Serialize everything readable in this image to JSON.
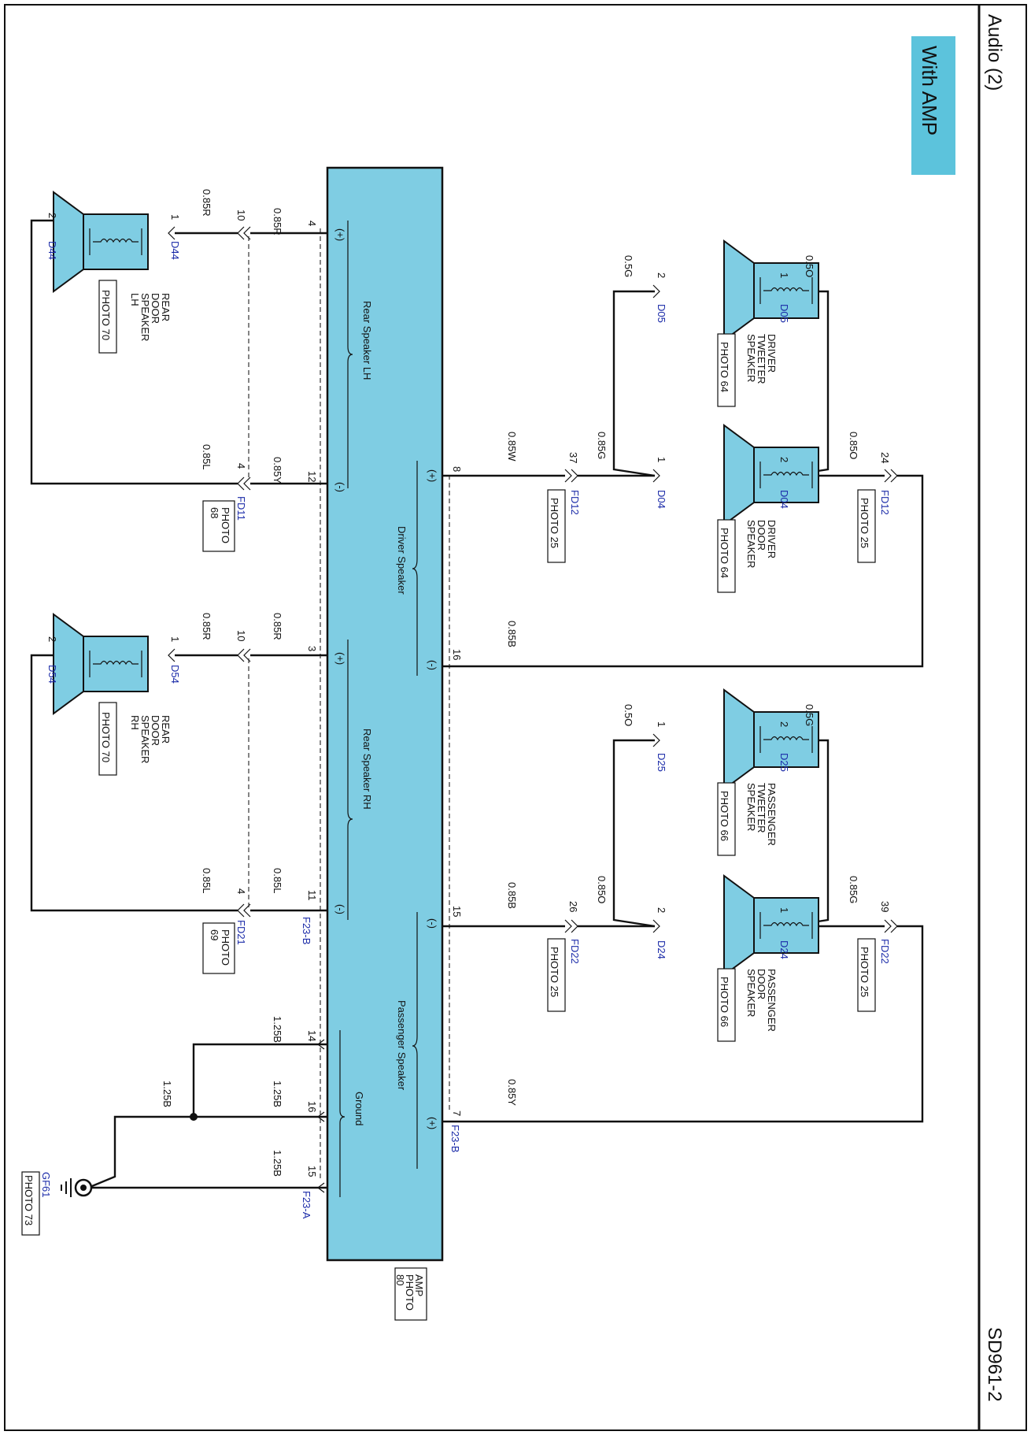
{
  "title": "Audio (2)",
  "page_code": "SD961-2",
  "badge": "With AMP",
  "badge_color": "#5cc3dc",
  "amp": {
    "photo_lines": [
      "AMP",
      "PHOTO",
      "80"
    ],
    "sections": {
      "rear_lh": "Rear Speaker LH",
      "driver": "Driver Speaker",
      "rear_rh": "Rear Speaker RH",
      "passenger": "Passenger Speaker",
      "ground": "Ground"
    },
    "pins": {
      "p4": "4",
      "p12": "12",
      "p8": "8",
      "p16a": "16",
      "p3": "3",
      "p11": "11",
      "p15a": "15",
      "p14": "14",
      "p16b": "16",
      "p15b": "15",
      "p7": "7"
    },
    "polarity": {
      "plus": "(+)",
      "minus": "(-)"
    },
    "connectors": {
      "f23b_left": "F23-B",
      "f23b_right": "F23-B",
      "f23a": "F23-A"
    }
  },
  "wires": {
    "w085r": "0.85R",
    "w085y": "0.85Y",
    "w085l": "0.85L",
    "w085w": "0.85W",
    "w085b": "0.85B",
    "w085g": "0.85G",
    "w085o": "0.85O",
    "w05g": "0.5G",
    "w05o": "0.5O",
    "w085yp": "0.85Y",
    "w125b": "1.25B"
  },
  "pins_generic": {
    "n1": "1",
    "n2": "2",
    "n4": "4",
    "n10": "10",
    "n24": "24",
    "n26": "26",
    "n37": "37",
    "n39": "39"
  },
  "connectors": {
    "D44": "D44",
    "D54": "D54",
    "D04": "D04",
    "D05": "D05",
    "D24": "D24",
    "D25": "D25",
    "FD11": "FD11",
    "FD21": "FD21",
    "FD12": "FD12",
    "FD22": "FD22",
    "GF61": "GF61"
  },
  "photos": {
    "p25": "PHOTO 25",
    "p64": "PHOTO 64",
    "p66": "PHOTO 66",
    "p70": "PHOTO 70",
    "p73": "PHOTO 73",
    "photo": "PHOTO",
    "n68": "68",
    "n69": "69"
  },
  "speakers": {
    "rear_lh": [
      "REAR",
      "DOOR",
      "SPEAKER",
      "LH"
    ],
    "rear_rh": [
      "REAR",
      "DOOR",
      "SPEAKER",
      "RH"
    ],
    "driver_tweeter": [
      "DRIVER",
      "TWEETER",
      "SPEAKER"
    ],
    "driver_door": [
      "DRIVER",
      "DOOR",
      "SPEAKER"
    ],
    "pass_tweeter": [
      "PASSENGER",
      "TWEETER",
      "SPEAKER"
    ],
    "pass_door": [
      "PASSENGER",
      "DOOR",
      "SPEAKER"
    ]
  }
}
